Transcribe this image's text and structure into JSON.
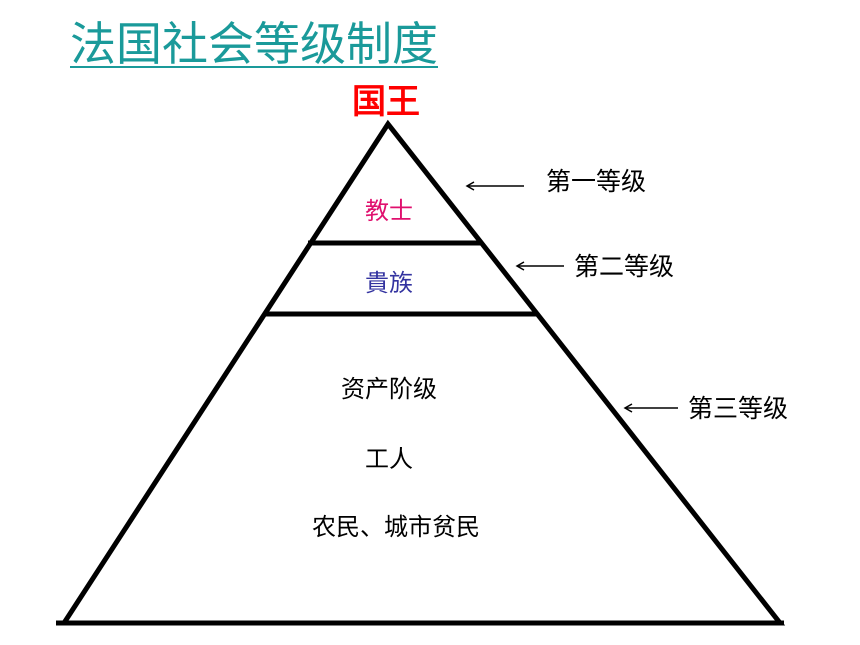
{
  "title": "法国社会等级制度",
  "king": "国王",
  "levels": {
    "first": {
      "tier_label": "第一等级",
      "groups": [
        "教士"
      ]
    },
    "second": {
      "tier_label": "第二等级",
      "groups": [
        "貴族"
      ]
    },
    "third": {
      "tier_label": "第三等级",
      "groups": [
        "资产阶级",
        "工人",
        "农民、城市贫民"
      ]
    }
  },
  "colors": {
    "title": "#1a9a9a",
    "king": "#ff0000",
    "clergy": "#e0106e",
    "nobility": "#3333a0",
    "text": "#000000",
    "lines": "#000000"
  }
}
